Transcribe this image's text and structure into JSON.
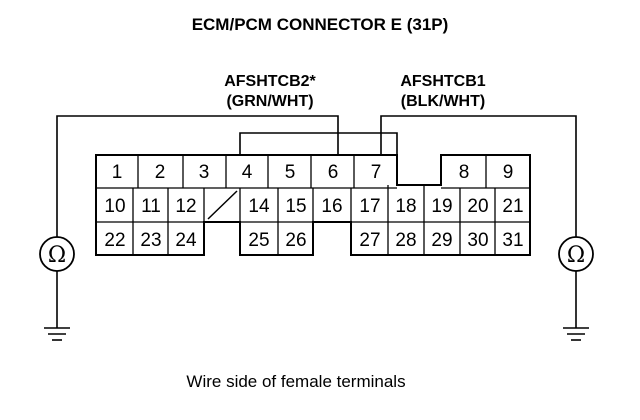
{
  "title": "ECM/PCM CONNECTOR E (31P)",
  "caption": "Wire side of female terminals",
  "wires": {
    "left": {
      "name": "AFSHTCB2*",
      "color": "(GRN/WHT)"
    },
    "right": {
      "name": "AFSHTCB1",
      "color": "(BLK/WHT)"
    }
  },
  "meters": {
    "left_symbol": "Ω",
    "right_symbol": "Ω"
  },
  "pins": {
    "p1": "1",
    "p2": "2",
    "p3": "3",
    "p4": "4",
    "p5": "5",
    "p6": "6",
    "p7": "7",
    "p8": "8",
    "p9": "9",
    "p10": "10",
    "p11": "11",
    "p12": "12",
    "p14": "14",
    "p15": "15",
    "p16": "16",
    "p17": "17",
    "p18": "18",
    "p19": "19",
    "p20": "20",
    "p21": "21",
    "p22": "22",
    "p23": "23",
    "p24": "24",
    "p25": "25",
    "p26": "26",
    "p27": "27",
    "p28": "28",
    "p29": "29",
    "p30": "30",
    "p31": "31"
  }
}
